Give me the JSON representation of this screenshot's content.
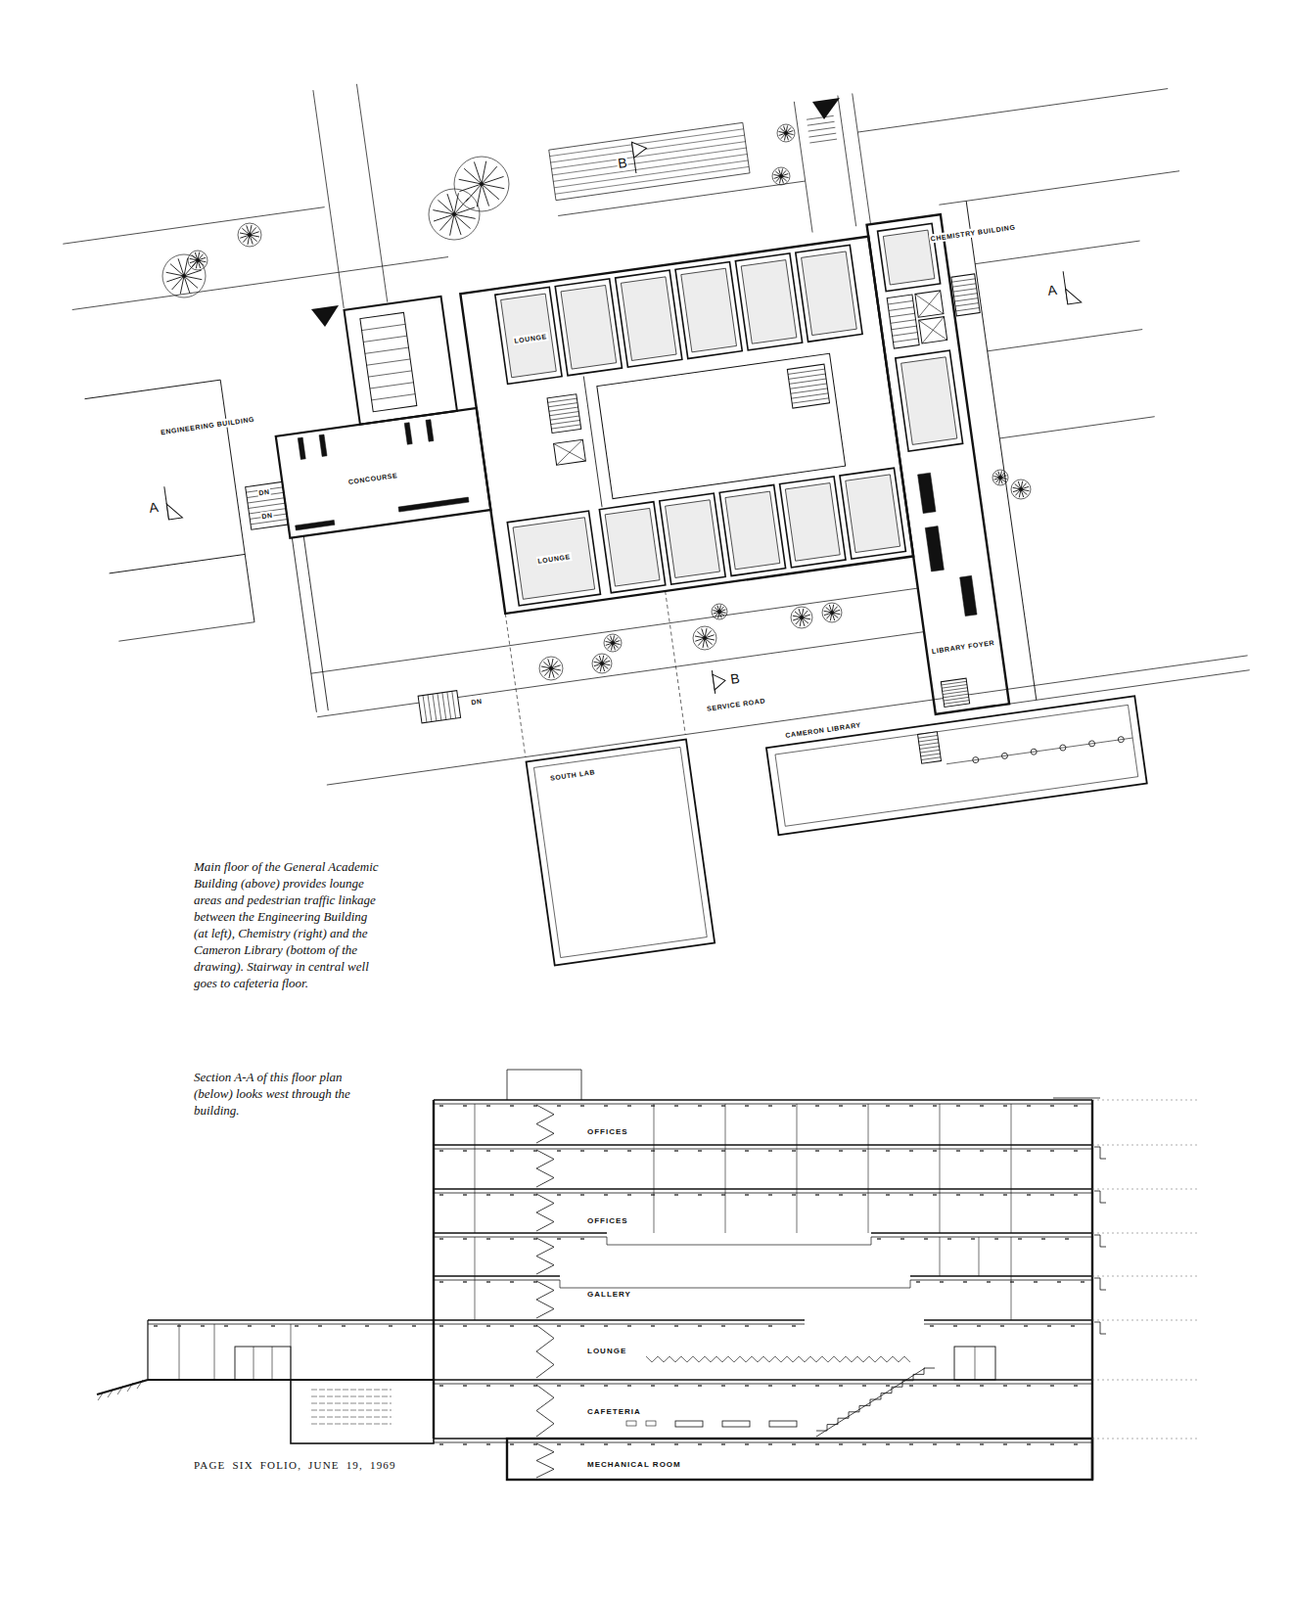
{
  "diagram": {
    "caption": "Main floor of the General Academic Building (above) provides lounge areas and pedestrian traffic linkage between the Engineering Building (at left), Chemistry (right) and the Cameron Library (bottom of the drawing). Stairway in central well goes to cafeteria floor.",
    "labels": [
      "Section A-A of this floor plan (below) looks west through the building.",
      "CHEMISTRY BUILDING",
      "ENGINEERING BUILDING",
      "LOUNGE",
      "LOUNGE",
      "CONCOURSE",
      "LIBRARY FOYER",
      "SERVICE ROAD",
      "CAMERON LIBRARY",
      "SOUTH LAB",
      "DN",
      "DN",
      "DN",
      "A",
      "A",
      "B",
      "B",
      "OFFICES",
      "OFFICES",
      "GALLERY",
      "LOUNGE",
      "CAFETERIA",
      "MECHANICAL ROOM",
      "PAGE SIX FOLIO, JUNE 19, 1969"
    ]
  }
}
